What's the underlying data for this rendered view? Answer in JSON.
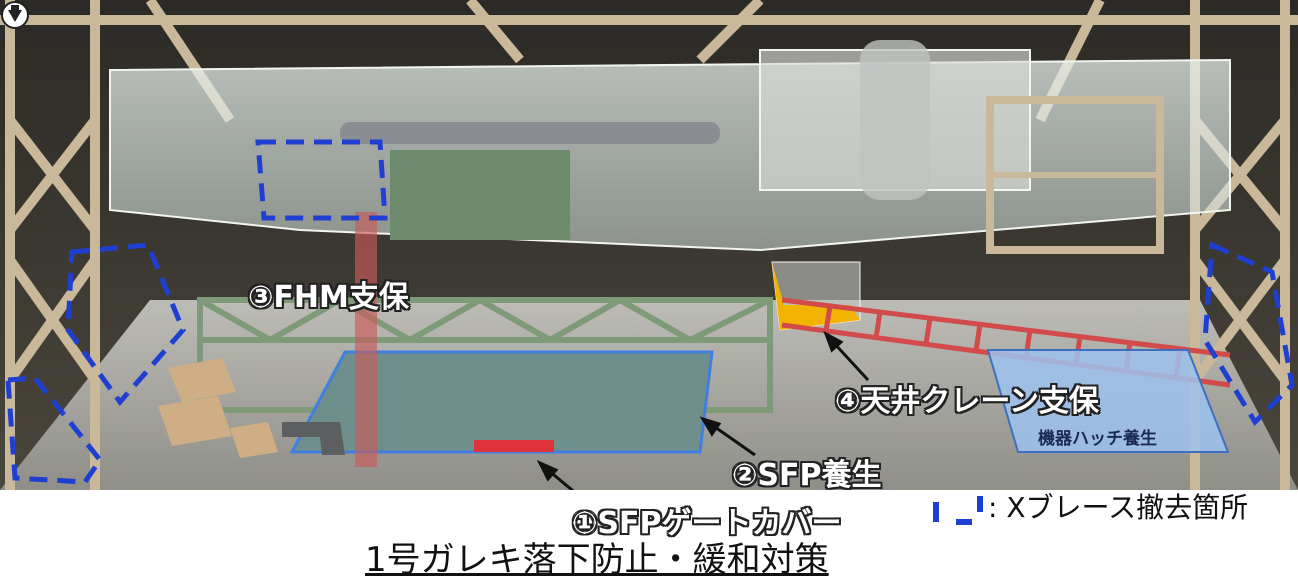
{
  "labels": {
    "item1": "①SFPゲートカバー",
    "item2": "②SFP養生",
    "item3": "③FHM支保",
    "item4": "④天井クレーン支保",
    "hatch": "機器ハッチ養生",
    "legend_text": ": Xブレース撤去箇所",
    "caption": "1号ガレキ落下防止・緩和対策"
  },
  "colors": {
    "brace_marker": "#1f3fd1",
    "sfp_outline": "#3f7fe0",
    "hatch_fill": "#9ec2ee",
    "gate_cover": "#e0323a",
    "crane_support": "#f2b400",
    "fhm_support": "#c85a5a"
  },
  "icons": {
    "corner": "download-arrow-icon"
  }
}
